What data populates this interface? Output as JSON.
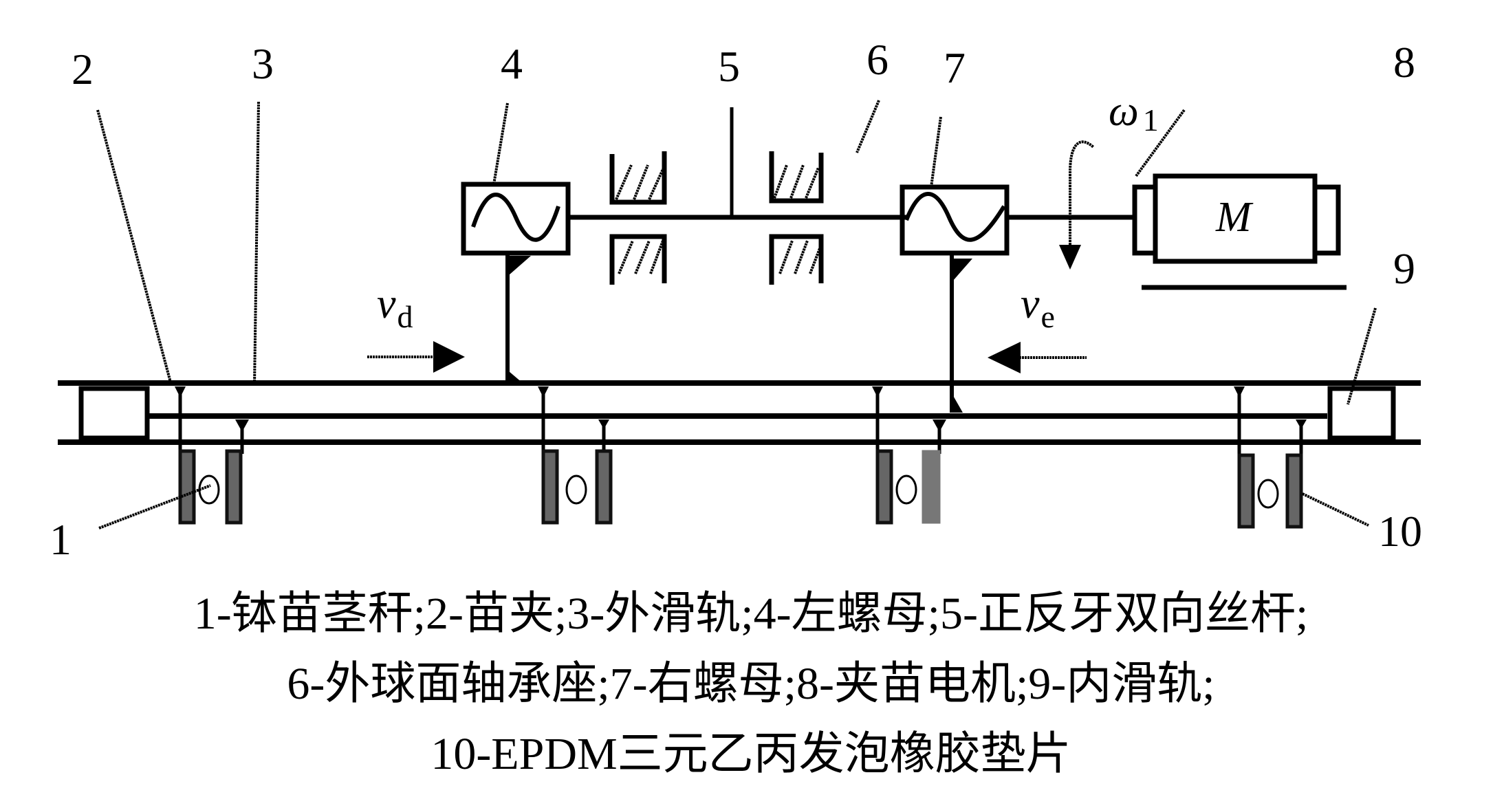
{
  "diagram": {
    "title": "Seedling clamping mechanism schematic",
    "part_labels": [
      {
        "id": "1",
        "text": "1"
      },
      {
        "id": "2",
        "text": "2"
      },
      {
        "id": "3",
        "text": "3"
      },
      {
        "id": "4",
        "text": "4"
      },
      {
        "id": "5",
        "text": "5"
      },
      {
        "id": "6",
        "text": "6"
      },
      {
        "id": "7",
        "text": "7"
      },
      {
        "id": "8",
        "text": "8"
      },
      {
        "id": "9",
        "text": "9"
      },
      {
        "id": "10",
        "text": "10"
      }
    ],
    "symbols": {
      "motor": "M",
      "omega": "ω",
      "omega_sub": "1",
      "vd": "v",
      "vd_sub": "d",
      "ve": "v",
      "ve_sub": "e"
    },
    "caption_lines": [
      "1-钵苗茎秆;2-苗夹;3-外滑轨;4-左螺母;5-正反牙双向丝杆;",
      "6-外球面轴承座;7-右螺母;8-夹苗电机;9-内滑轨;",
      "10-EPDM三元乙丙发泡橡胶垫片"
    ],
    "legend": [
      {
        "number": "1",
        "name": "钵苗茎秆"
      },
      {
        "number": "2",
        "name": "苗夹"
      },
      {
        "number": "3",
        "name": "外滑轨"
      },
      {
        "number": "4",
        "name": "左螺母"
      },
      {
        "number": "5",
        "name": "正反牙双向丝杆"
      },
      {
        "number": "6",
        "name": "外球面轴承座"
      },
      {
        "number": "7",
        "name": "右螺母"
      },
      {
        "number": "8",
        "name": "夹苗电机"
      },
      {
        "number": "9",
        "name": "内滑轨"
      },
      {
        "number": "10",
        "name": "EPDM三元乙丙发泡橡胶垫片"
      }
    ],
    "colors": {
      "line": "#000000",
      "pad_fill": "#666666",
      "background": "#ffffff"
    }
  }
}
